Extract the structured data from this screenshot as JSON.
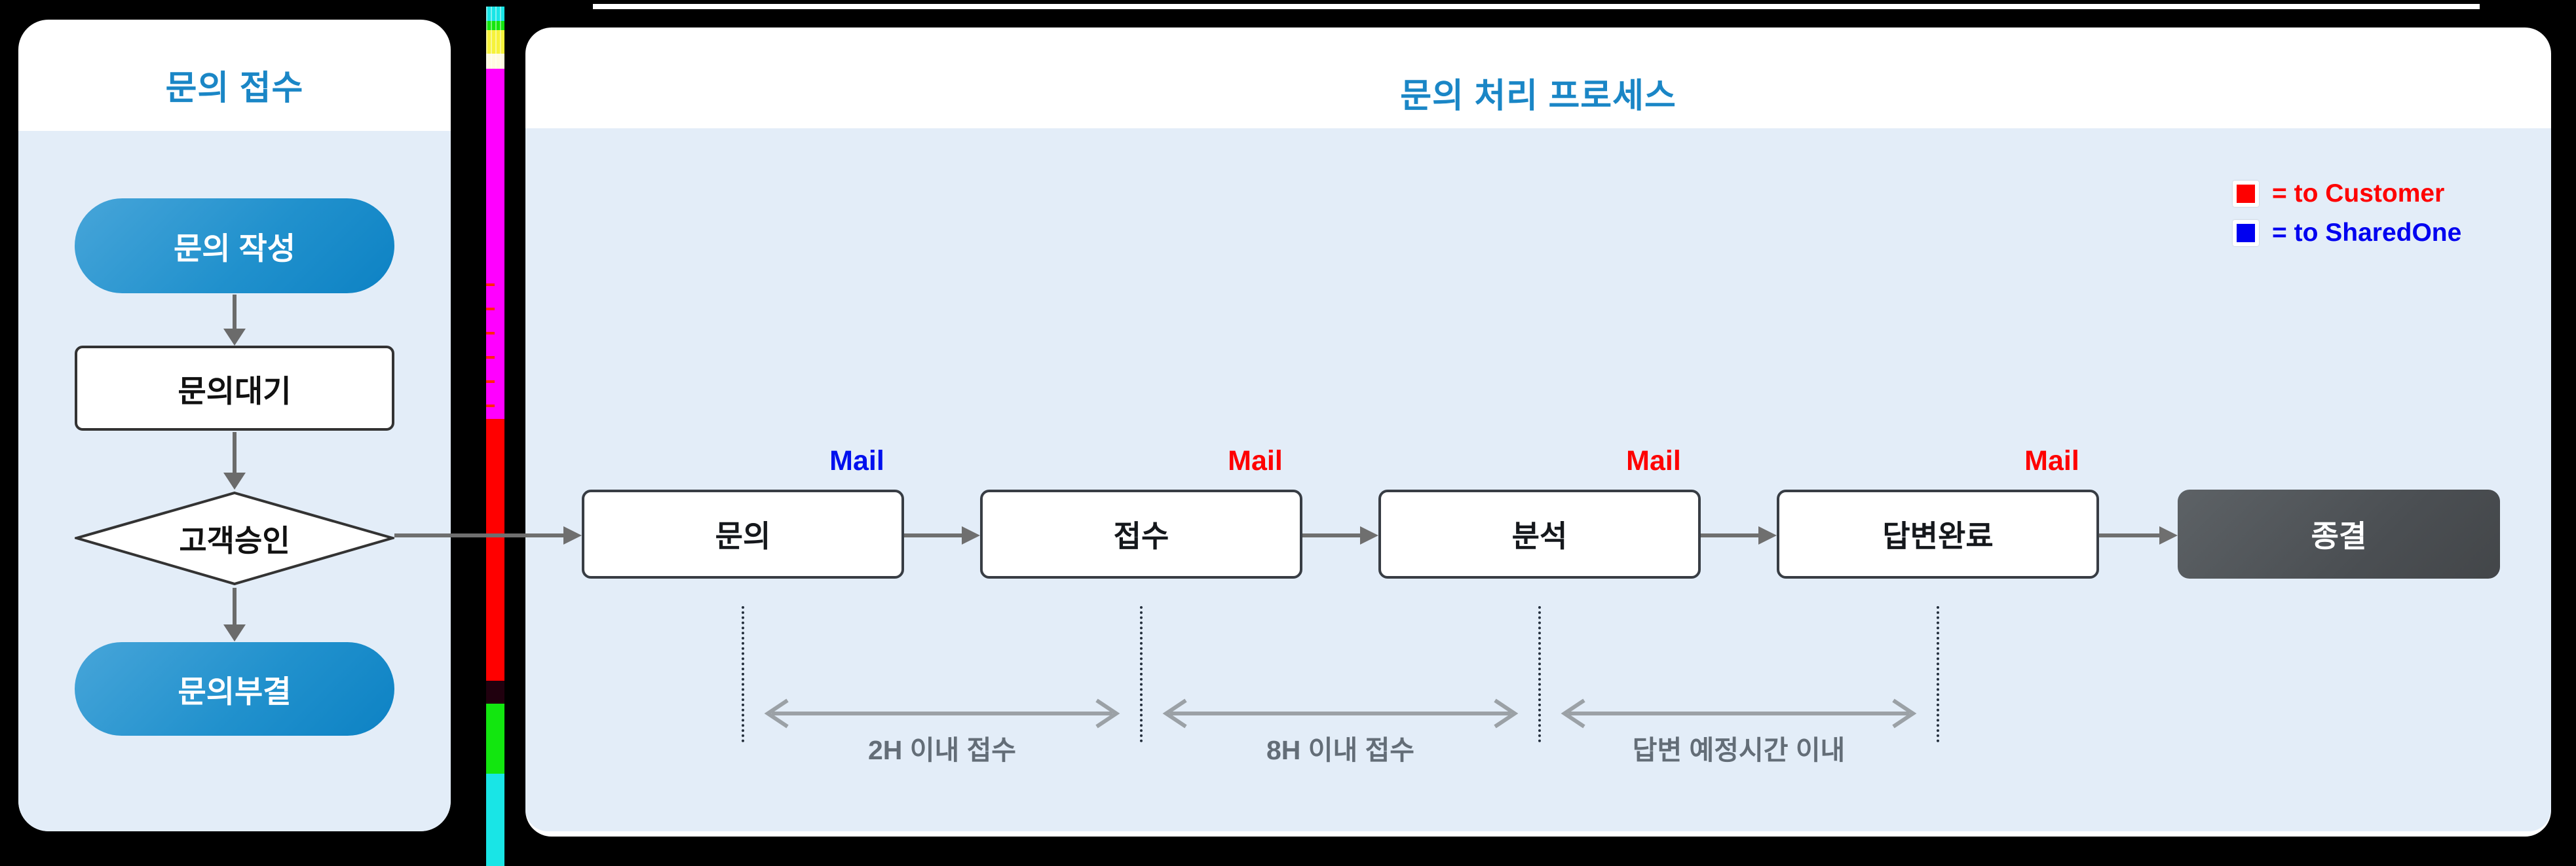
{
  "left_panel": {
    "title": "문의 접수",
    "nodes": {
      "write": {
        "label": "문의 작성",
        "type": "terminator"
      },
      "wait": {
        "label": "문의대기",
        "type": "process"
      },
      "approve": {
        "label": "고객승인",
        "type": "decision"
      },
      "reject": {
        "label": "문의부결",
        "type": "terminator"
      }
    }
  },
  "right_panel": {
    "title": "문의 처리 프로세스",
    "legend": {
      "customer": {
        "swatch_color": "#fe0000",
        "label": "= to Customer"
      },
      "sharedone": {
        "swatch_color": "#0000f0",
        "label": "= to SharedOne"
      }
    },
    "steps": {
      "inquiry": {
        "label": "문의"
      },
      "receipt": {
        "label": "접수"
      },
      "analysis": {
        "label": "분석"
      },
      "answered": {
        "label": "답변완료"
      },
      "closed": {
        "label": "종결"
      }
    },
    "mails": {
      "m1": {
        "text": "Mail",
        "color": "#0010ee",
        "target": "SharedOne"
      },
      "m2": {
        "text": "Mail",
        "color": "#fe0000",
        "target": "Customer"
      },
      "m3": {
        "text": "Mail",
        "color": "#fe0000",
        "target": "Customer"
      },
      "m4": {
        "text": "Mail",
        "color": "#fe0000",
        "target": "Customer"
      }
    },
    "sla": {
      "s1": {
        "label": "2H 이내 접수"
      },
      "s2": {
        "label": "8H 이내 접수"
      },
      "s3": {
        "label": "답변 예정시간 이내"
      }
    }
  },
  "colors": {
    "title_blue": "#1a86c6",
    "panel_body_blue": "#e3edf8",
    "node_gradient_start": "#47a5d9",
    "node_gradient_end": "#0d82c4",
    "final_box_gradient_start": "#5d6266",
    "final_box_gradient_end": "#434649",
    "arrow_gray": "#6f6f6f",
    "measure_gray": "#9ba1a6",
    "glitch_strip_palette": [
      "#19e5e6",
      "#15e60f",
      "#f6f23a",
      "#fffbe0",
      "#ff00ff",
      "#ff0000",
      "#20000e",
      "#12e60f",
      "#19e5e6"
    ]
  }
}
